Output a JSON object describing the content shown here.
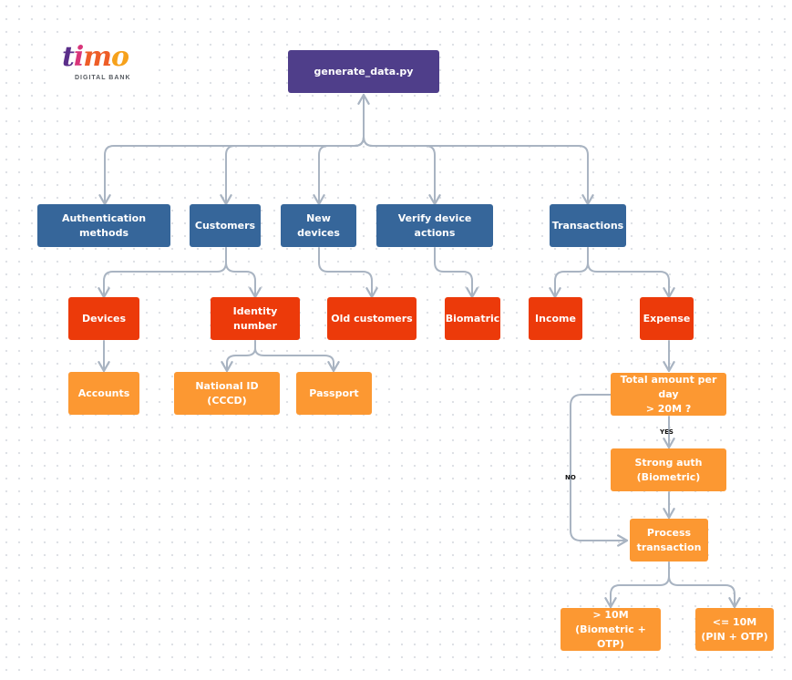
{
  "logo": {
    "wordmark": "timo",
    "tagline": "DIGITAL BANK"
  },
  "colors": {
    "root": "#4f3e8a",
    "level1": "#36669a",
    "level2": "#ec3a0a",
    "level3": "#fc9832",
    "connector": "#a9b4c2"
  },
  "nodes": {
    "root": "generate_data.py",
    "auth_methods": "Authentication methods",
    "customers": "Customers",
    "new_devices": "New devices",
    "verify_device_actions": "Verify device actions",
    "transactions": "Transactions",
    "devices": "Devices",
    "identity_number": "Identity number",
    "old_customers": "Old customers",
    "biomatric": "Biomatric",
    "income": "Income",
    "expense": "Expense",
    "accounts": "Accounts",
    "national_id": "National ID (CCCD)",
    "passport": "Passport",
    "total_amount": "Total amount per day\n> 20M ?",
    "strong_auth": "Strong auth\n(Biometric)",
    "process_transaction": "Process\ntransaction",
    "over_10m": "> 10M\n(Biometric + OTP)",
    "under_10m": "<= 10M\n(PIN + OTP)"
  },
  "edge_labels": {
    "yes": "YES",
    "no": "NO"
  }
}
